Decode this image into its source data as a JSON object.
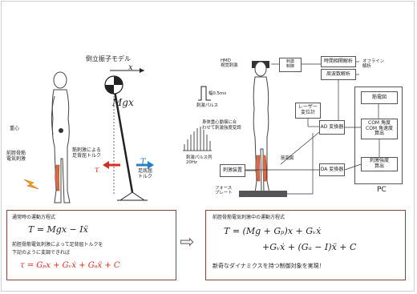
{
  "left": {
    "pendulum_title": "倒立振子モデル",
    "x_label": "x",
    "mgx_label": "Mgx",
    "com_label": "重心",
    "stim_label": "前脛骨筋\n電気刺激",
    "stim_torque_label": "筋刺激による\n足背屈トルク",
    "torque_T": "T",
    "ankle_torque_label": "足底屈\nトルク",
    "tau": "τ"
  },
  "right": {
    "hmd_label": "HMD\n視覚刺激",
    "blind_label": "刺激\n制御",
    "width_label": "幅0.5ms",
    "pulse_label": "刺激パルス",
    "body_label": "身体重心動揺に合\nわせて刺激強度変調",
    "laser_label": "レーザー\n変位計",
    "train_label": "刺激パルス列\n20Hz",
    "stim_device_label": "刺激装置",
    "emg_label": "筋電図",
    "force_label": "フォース\nプレート",
    "ad_label": "AD 変換器",
    "da_label": "DA 変換器",
    "timefreq_label": "時間相関解析",
    "freq_label": "周波数解析",
    "offline_label": "オフライン\n解析",
    "emg_box_label": "筋電図",
    "com_calc_label": "COM 角度\nCOM 角速度\n算出",
    "stim_calc_label": "刺激強度\n算出",
    "pc_label": "PC"
  },
  "bottom_left": {
    "heading": "通常時の運動方程式",
    "equation": "T = Mgx − Iẍ",
    "text1": "前脛骨筋電気刺激によって足背屈トルクを",
    "text2": "下記のように変調できれば",
    "tau_equation": "τ = Gₚx + Gᵥẋ + Gₐẍ + C"
  },
  "bottom_right": {
    "heading": "前脛骨筋電気刺激中の運動方程式",
    "equation1": "T = (Mg + Gₚ)x + Gᵥẋ",
    "equation2": "+Gᵥẋ + (Gₐ − I)ẍ + C",
    "conclusion": "新奇なダイナミクスを持つ制御対象を実現！"
  },
  "arrow_symbol": "⇨",
  "colors": {
    "muscle": "#d86a4a",
    "lightning": "#f0a020",
    "blue_arrow": "#2a7fc0",
    "red_text": "#d23020",
    "frame": "#7a4a3a"
  }
}
